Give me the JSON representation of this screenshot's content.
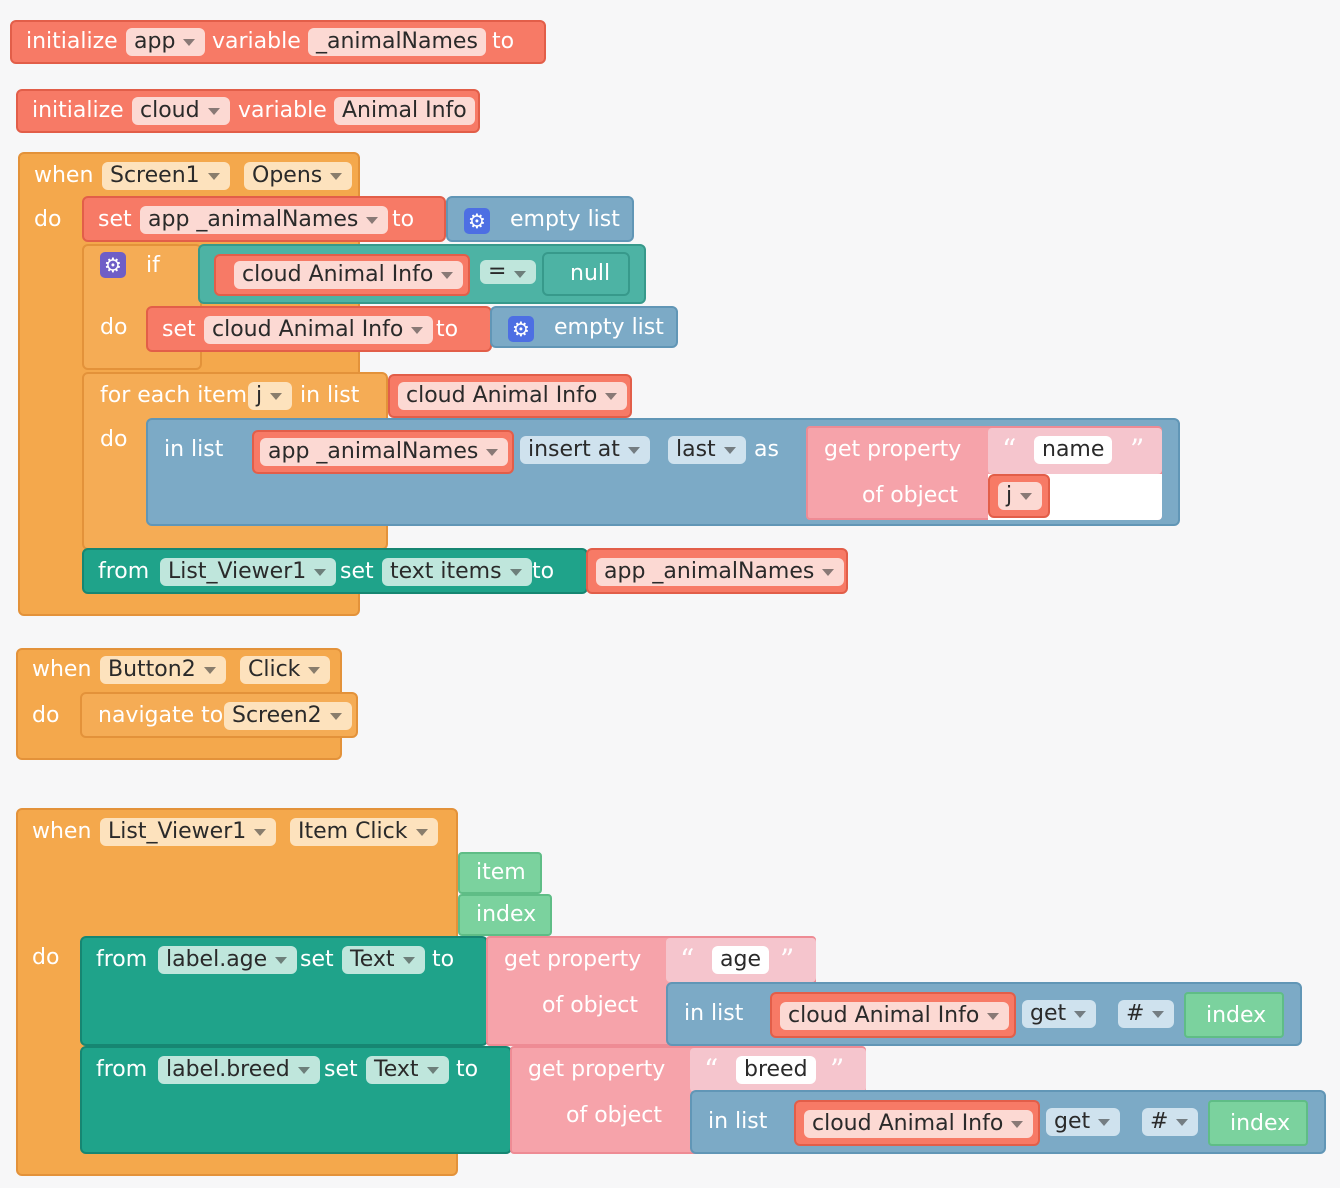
{
  "kw": {
    "initialize": "initialize",
    "variable": "variable",
    "to": "to",
    "when": "when",
    "do": "do",
    "set": "set",
    "if": "if",
    "for_each_item": "for each item",
    "in_list": "in list",
    "insert_at": "insert at",
    "as": "as",
    "get_property": "get property",
    "of_object": "of object",
    "from": "from",
    "navigate_to": "navigate to",
    "get": "get",
    "empty_list": "empty list",
    "null": "null",
    "open_quote": "“",
    "close_quote": "”"
  },
  "init1": {
    "scope": "app",
    "name": "_animalNames"
  },
  "init2": {
    "scope": "cloud",
    "name": "Animal Info"
  },
  "screen_opens": {
    "component": "Screen1",
    "event": "Opens",
    "set_var": "app _animalNames",
    "cond_var": "cloud Animal Info",
    "op": "=",
    "set_var2": "cloud Animal Info",
    "loop_var": "j",
    "loop_list": "cloud Animal Info",
    "insert_list": "app _animalNames",
    "insert_pos": "last",
    "prop_name": "name",
    "obj_var": "j",
    "from_comp": "List_Viewer1",
    "prop": "text items",
    "value": "app _animalNames"
  },
  "button_click": {
    "component": "Button2",
    "event": "Click",
    "target": "Screen2"
  },
  "item_click": {
    "component": "List_Viewer1",
    "event": "Item Click",
    "param1": "item",
    "param2": "index",
    "row1": {
      "comp": "label.age",
      "prop": "Text",
      "key": "age",
      "list": "cloud Animal Info",
      "get": "#",
      "idx": "index"
    },
    "row2": {
      "comp": "label.breed",
      "prop": "Text",
      "key": "breed",
      "list": "cloud Animal Info",
      "get": "#",
      "idx": "index"
    }
  }
}
